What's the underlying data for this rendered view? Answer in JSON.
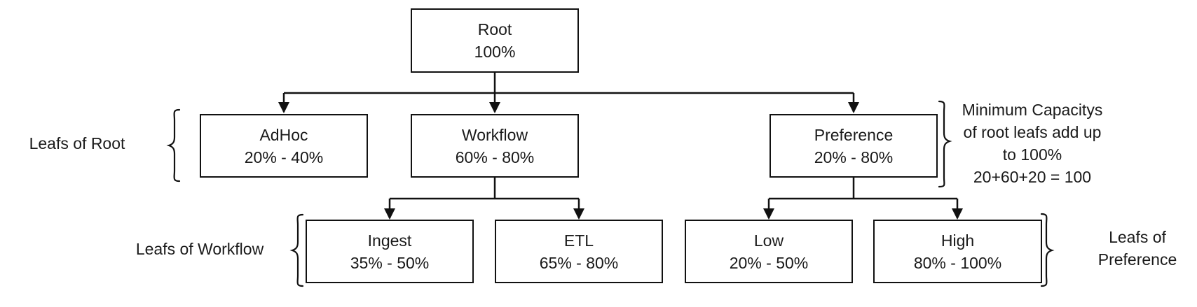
{
  "nodes": {
    "root": {
      "name": "Root",
      "value": "100%"
    },
    "adhoc": {
      "name": "AdHoc",
      "value": "20% - 40%"
    },
    "workflow": {
      "name": "Workflow",
      "value": "60% - 80%"
    },
    "preference": {
      "name": "Preference",
      "value": "20% - 80%"
    },
    "ingest": {
      "name": "Ingest",
      "value": "35% - 50%"
    },
    "etl": {
      "name": "ETL",
      "value": "65% - 80%"
    },
    "low": {
      "name": "Low",
      "value": "20% - 50%"
    },
    "high": {
      "name": "High",
      "value": "80% - 100%"
    }
  },
  "annotations": {
    "leafs_of_root": "Leafs of Root",
    "leafs_of_workflow": "Leafs of Workflow",
    "leafs_of_preference": [
      "Leafs of",
      "Preference"
    ],
    "min_capacity_note": [
      "Minimum Capacitys",
      "of root leafs add up",
      "to 100%",
      "20+60+20 = 100"
    ]
  }
}
